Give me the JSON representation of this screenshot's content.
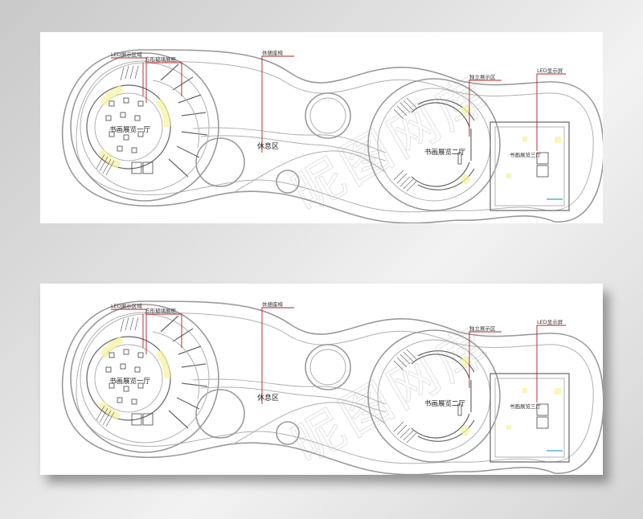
{
  "labels": {
    "led_area": "LED展示区域",
    "glass_cabinet": "方形玻璃展柜",
    "rest_chair": "休憩座椅",
    "standalone_area": "独立展示区",
    "led_screen": "LED显示屏",
    "hall_one": "书画展览一厅",
    "rest_zone": "休息区",
    "hall_two": "书画展览二厅",
    "hall_three": "书画展览三厅"
  },
  "watermark": "昵图网库",
  "colors": {
    "leader": "#b02020",
    "wall": "#9a9a9a",
    "led_glow": "#f6f3a0",
    "background": "#ffffff"
  }
}
